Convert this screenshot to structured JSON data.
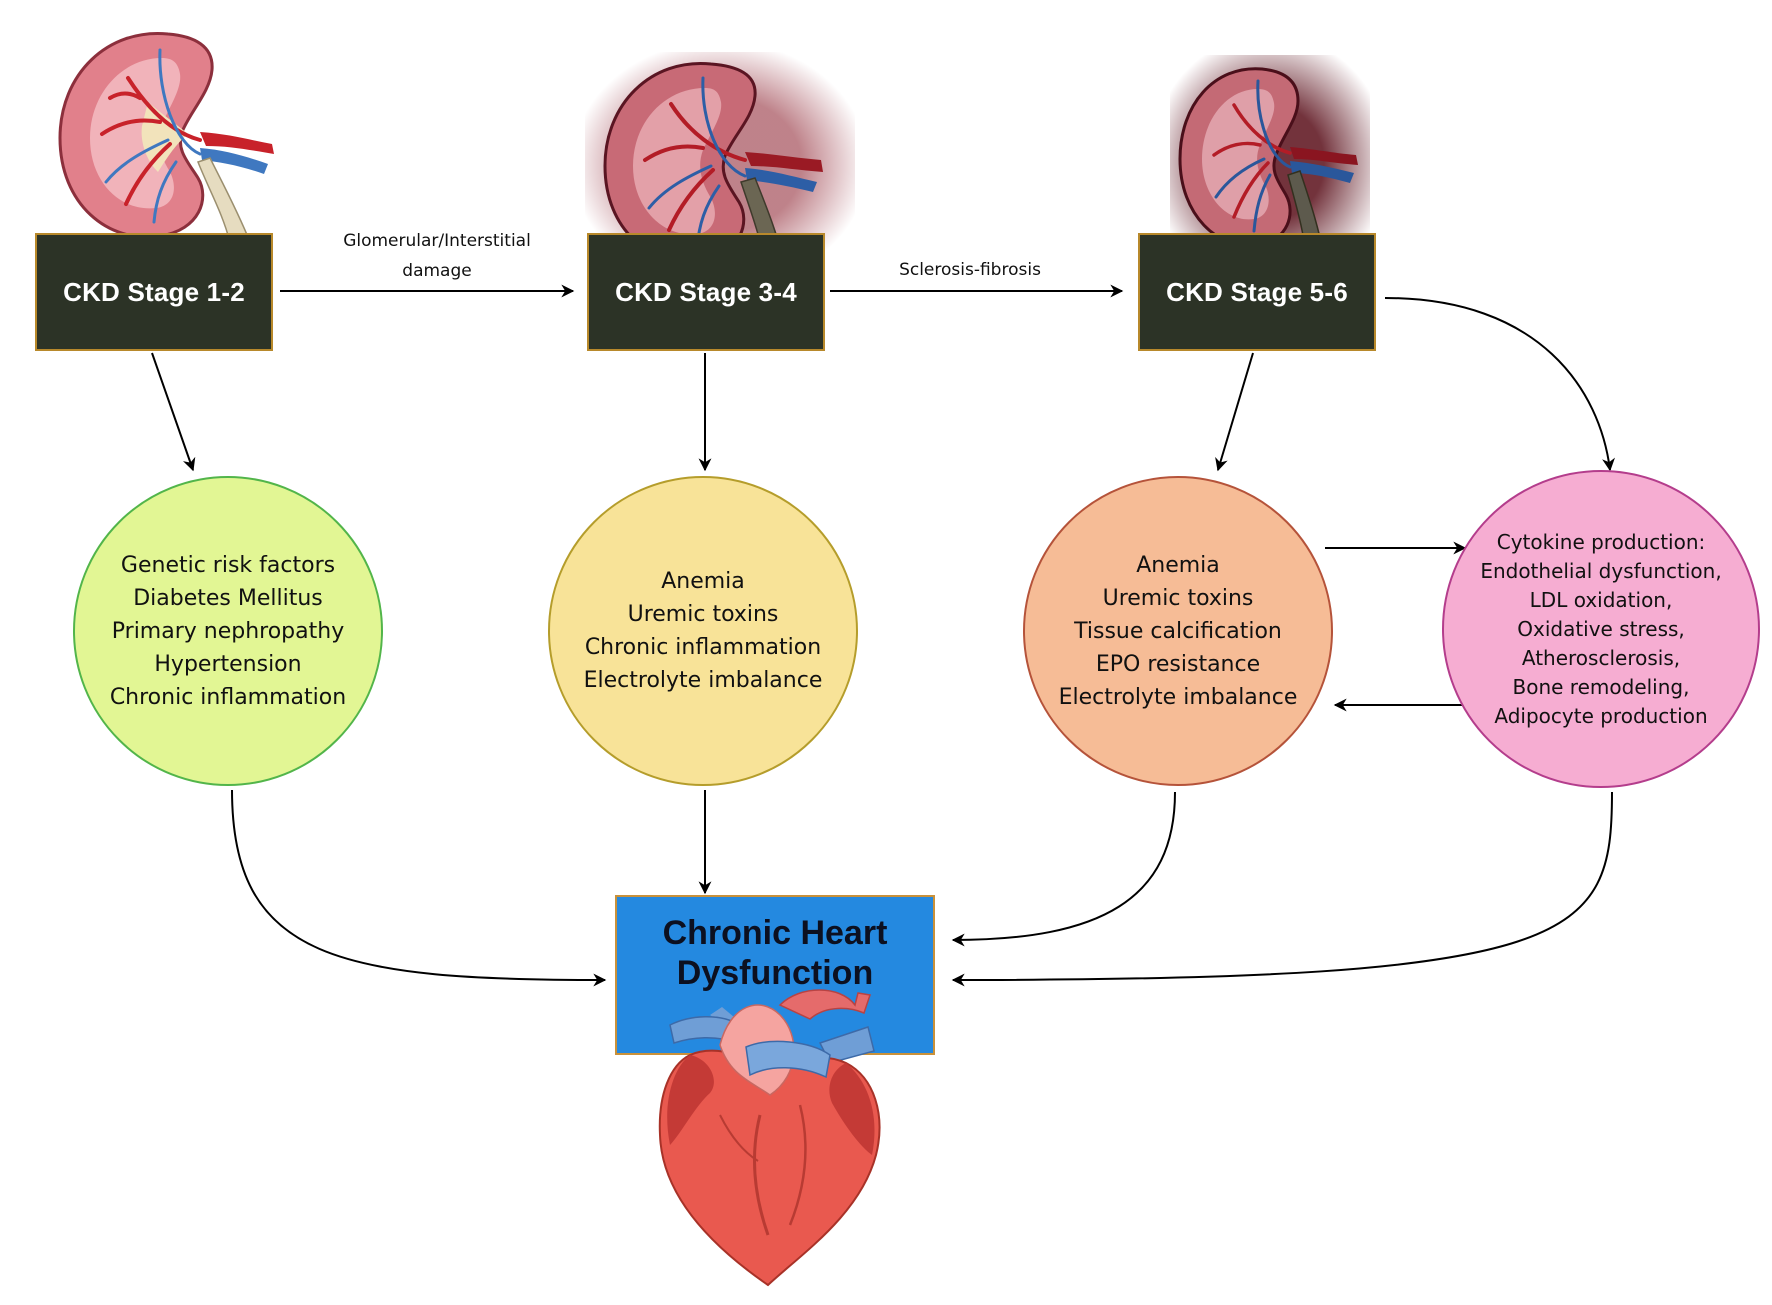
{
  "stages": [
    {
      "label": "CKD Stage 1-2"
    },
    {
      "label": "CKD Stage 3-4"
    },
    {
      "label": "CKD Stage 5-6"
    }
  ],
  "transitions": [
    {
      "line1": "Glomerular/Interstitial",
      "line2": "damage"
    },
    {
      "line1": "Sclerosis-fibrosis"
    }
  ],
  "factors": [
    {
      "lines": [
        "Genetic risk factors",
        "Diabetes Mellitus",
        "Primary nephropathy",
        "Hypertension",
        "Chronic inflammation"
      ]
    },
    {
      "lines": [
        "Anemia",
        "Uremic toxins",
        "Chronic inflammation",
        "Electrolyte imbalance"
      ]
    },
    {
      "lines": [
        "Anemia",
        "Uremic toxins",
        "Tissue calcification",
        "EPO resistance",
        "Electrolyte imbalance"
      ]
    },
    {
      "lines": [
        "Cytokine production:",
        "Endothelial dysfunction,",
        "LDL oxidation,",
        "Oxidative stress,",
        "Atherosclerosis,",
        "Bone remodeling,",
        "Adipocyte production"
      ]
    }
  ],
  "outcome": {
    "line1": "Chronic Heart",
    "line2": "Dysfunction"
  },
  "colors": {
    "stage_fill": "#2c3326",
    "stage_border": "#b8892b",
    "circle1": "#e2f694",
    "circle2": "#f8e398",
    "circle3": "#f6bc96",
    "circle4": "#f6add2",
    "outcome_fill": "#2489e0",
    "arrow": "#000000"
  },
  "icons": [
    "kidney-illustration",
    "heart-illustration"
  ]
}
